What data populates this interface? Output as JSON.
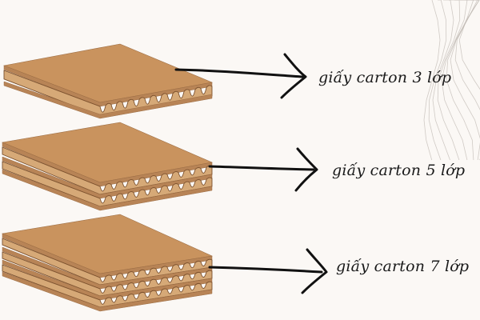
{
  "labels": [
    {
      "text": "giấy carton 3 lớp"
    },
    {
      "text": "giấy carton 5 lớp"
    },
    {
      "text": "giấy carton 7 lớp"
    }
  ],
  "colors": {
    "background": "#fbf8f5",
    "board_top": "#c9935e",
    "board_sheet": "#b88456",
    "board_edge": "#9c6d44",
    "flute_fill": "#d6a977",
    "flute_shadow": "#7a4f2c",
    "arrow": "#111111",
    "decor_lines": "#bdb6b0"
  },
  "icons": [
    "arrow-right-icon",
    "wavy-lines-decoration"
  ]
}
